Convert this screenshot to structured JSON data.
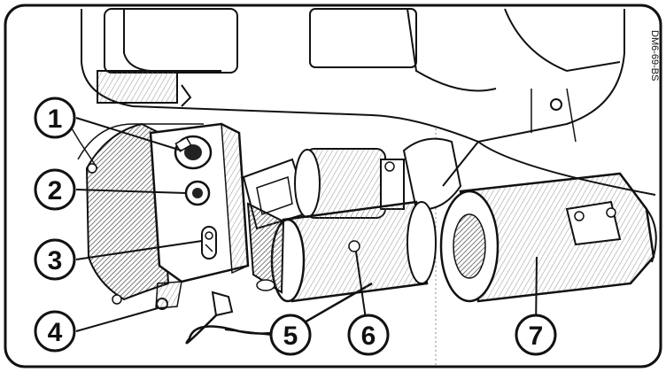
{
  "figure": {
    "side_label": "DM6-69-BS",
    "callouts": [
      {
        "id": 1,
        "label": "1"
      },
      {
        "id": 2,
        "label": "2"
      },
      {
        "id": 3,
        "label": "3"
      },
      {
        "id": 4,
        "label": "4"
      },
      {
        "id": 5,
        "label": "5"
      },
      {
        "id": 6,
        "label": "6"
      },
      {
        "id": 7,
        "label": "7"
      }
    ],
    "colors": {
      "ink": "#111111",
      "paper": "#ffffff",
      "hatch": "#555555"
    }
  }
}
